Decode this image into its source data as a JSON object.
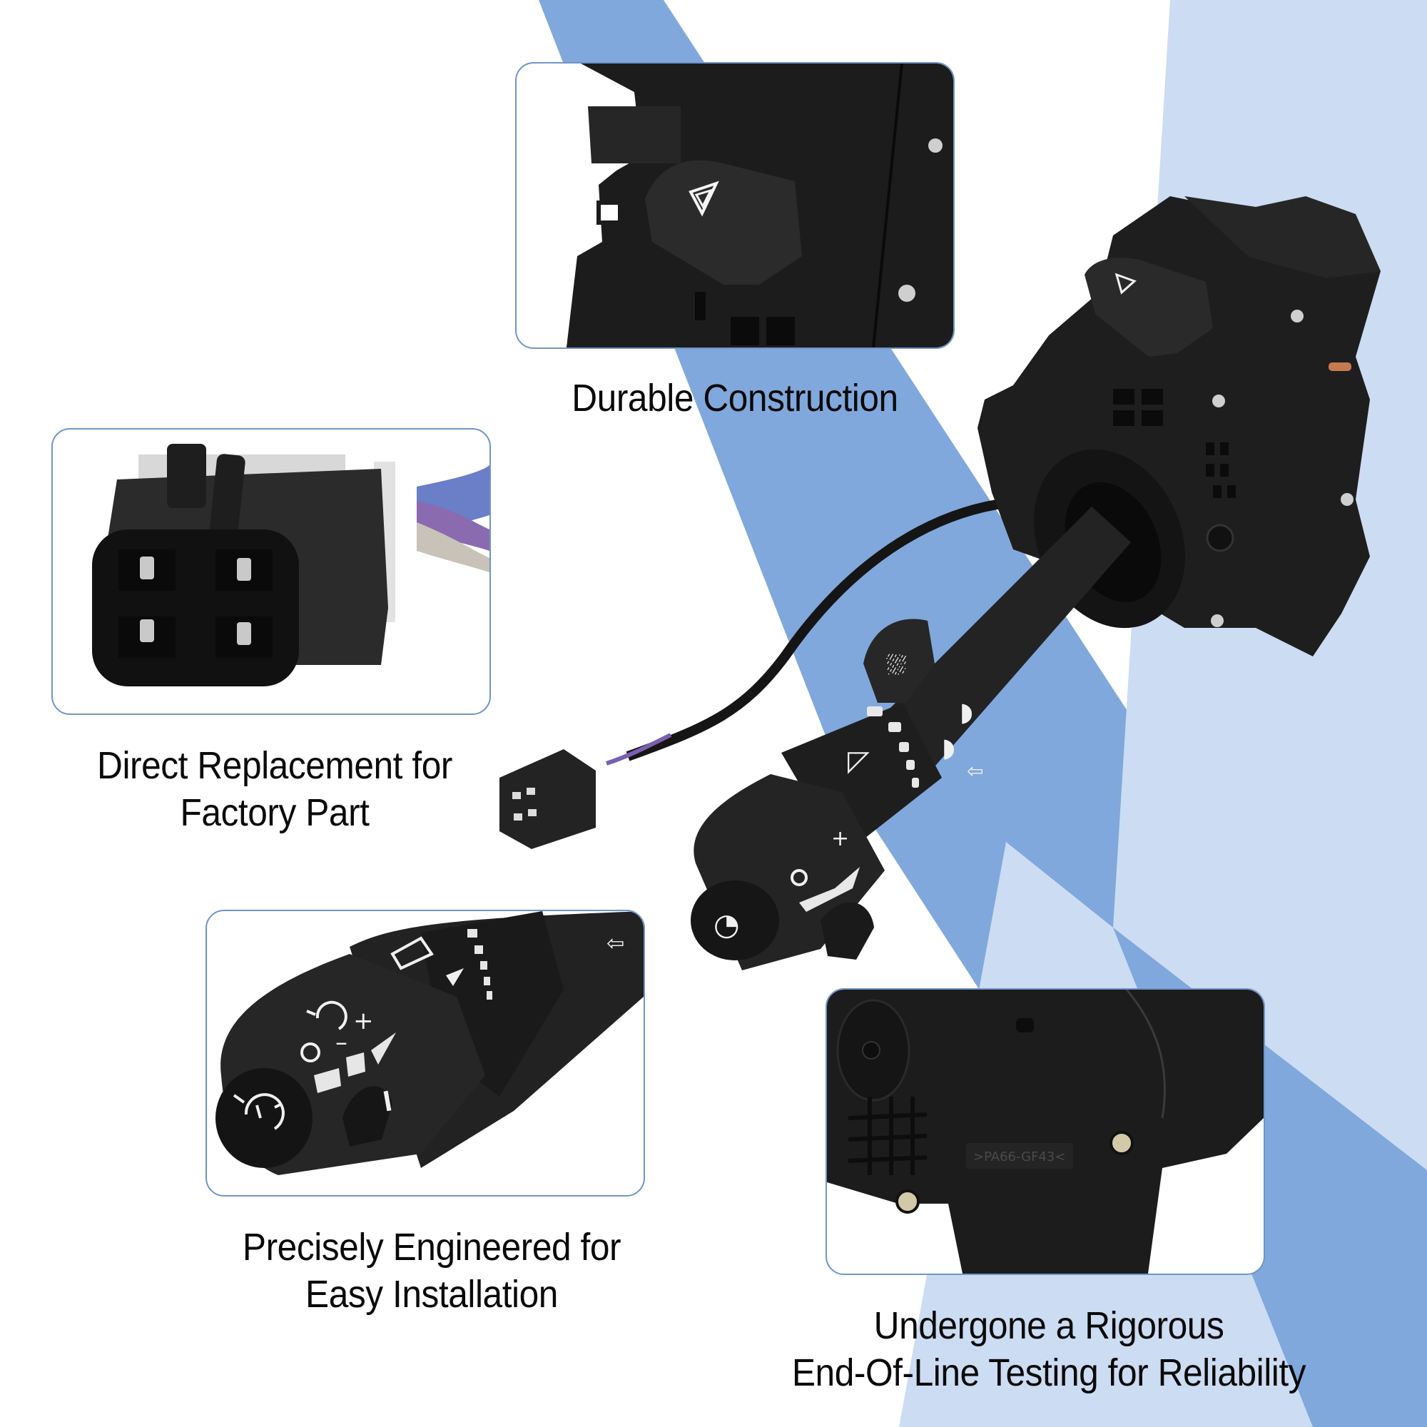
{
  "colors": {
    "background": "#ffffff",
    "stripe_blue": "#80a8dc",
    "stripe_light": "#ccdcf2",
    "callout_border": "#6f95c8",
    "product_black": "#1c1c1c",
    "text": "#0a0a0a"
  },
  "features": [
    {
      "id": "durable",
      "caption_lines": [
        "Durable Construction"
      ],
      "detail": "hazard-switch-closeup",
      "icon": "hazard-triangle-icon"
    },
    {
      "id": "direct-replacement",
      "caption_lines": [
        "Direct Replacement for",
        "Factory Part"
      ],
      "detail": "4-pin-connector-closeup",
      "icon": "connector-icon"
    },
    {
      "id": "easy-installation",
      "caption_lines": [
        "Precisely Engineered for",
        "Easy Installation"
      ],
      "detail": "cruise-control-knob-closeup",
      "icon": "cruise-control-icon"
    },
    {
      "id": "reliability",
      "caption_lines": [
        "Undergone a Rigorous",
        "End-Of-Line Testing for Reliability"
      ],
      "detail": "housing-screws-closeup",
      "icon": "screw-icon",
      "part_marking": ">PA66-GF43<"
    }
  ],
  "product": {
    "name": "turn signal / wiper / cruise control combination switch",
    "lever_symbols": [
      "washer-icon",
      "high-beam-icon",
      "low-beam-icon",
      "wiper-icon",
      "turn-signal-arrows-icon",
      "cruise-control-icon",
      "plus-minus-icon"
    ],
    "cruise_labels": {
      "plus": "+",
      "minus": "–",
      "off": "O",
      "set": "I"
    }
  }
}
